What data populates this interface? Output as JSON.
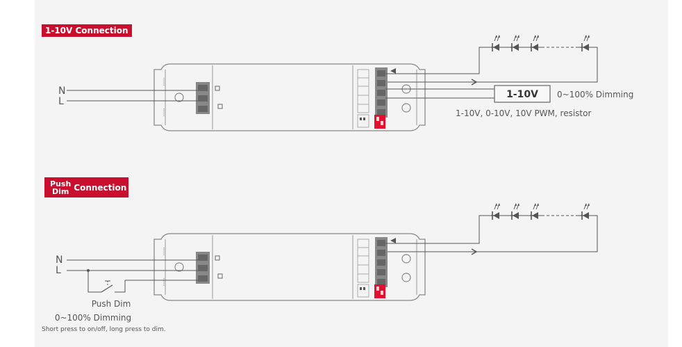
{
  "section1": {
    "title": "1-10V Connection",
    "input_n": "N",
    "input_l": "L",
    "box_label": "1-10V",
    "dimming_text": "0~100% Dimming",
    "signal_text": "1-10V, 0-10V, 10V PWM, resistor"
  },
  "section2": {
    "title_top": "Push",
    "title_bottom": "Dim",
    "title_word": "Connection",
    "input_n": "N",
    "input_l": "L",
    "switch_label": "Push Dim",
    "dimming_text": "0~100% Dimming",
    "note": "Short press to on/off, long press to dim."
  },
  "colors": {
    "accent": "#c8102e",
    "line": "#555555",
    "device_outline": "#888888",
    "terminal": "#666666",
    "dip_switch": "#e0102e"
  }
}
